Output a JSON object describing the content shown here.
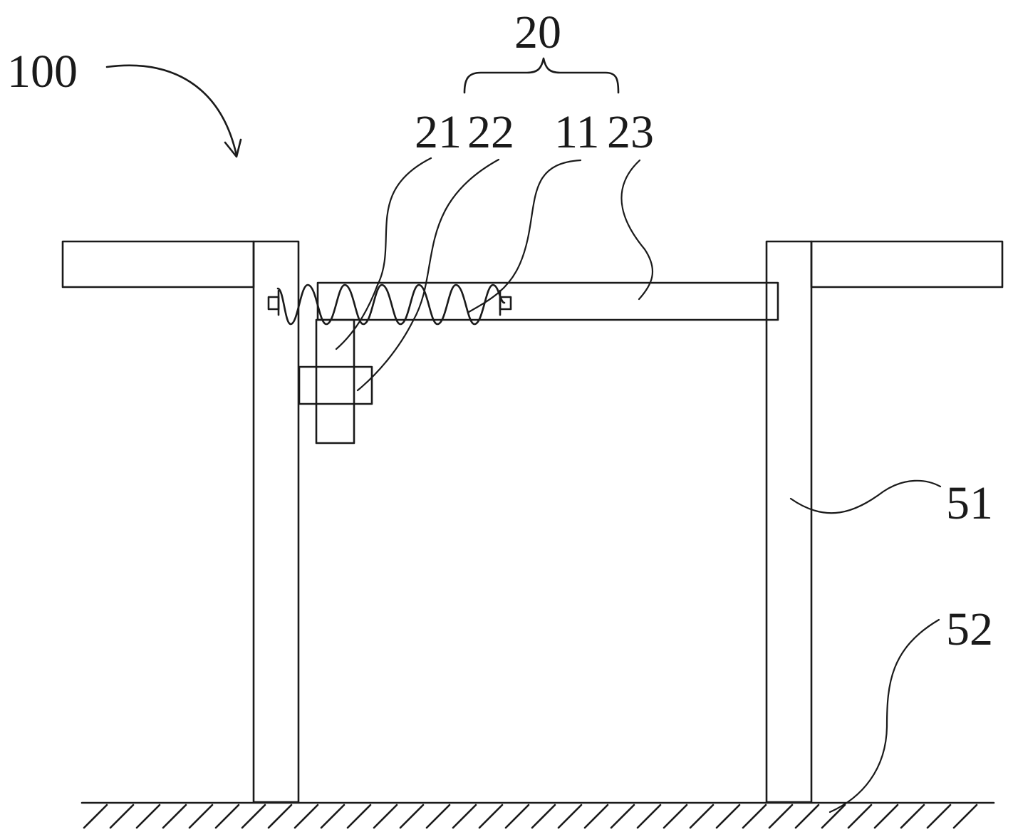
{
  "figure": {
    "labels": {
      "assembly": "100",
      "group": "20",
      "part_21": "21",
      "part_22": "22",
      "part_11": "11",
      "part_23": "23",
      "part_51": "51",
      "part_52": "52"
    },
    "colors": {
      "line": "#1a1a1a",
      "background": "#ffffff"
    }
  }
}
